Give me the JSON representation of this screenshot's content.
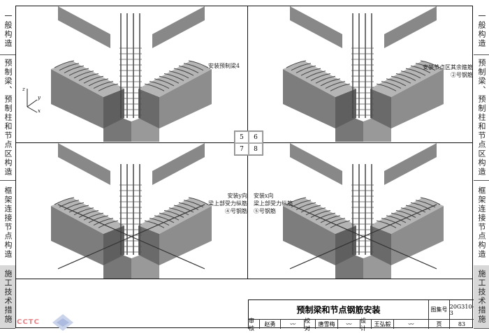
{
  "side_tabs": [
    {
      "label": "一般构造",
      "active": false
    },
    {
      "label": "预制梁、预制柱和节点区构造",
      "active": false
    },
    {
      "label": "框架连接节点构造",
      "active": false
    },
    {
      "label": "施工技术措施",
      "active": true
    }
  ],
  "axes": {
    "z": "z",
    "y": "y",
    "x": "x"
  },
  "panels": [
    {
      "step": "5",
      "label_lines": [
        "安装预制梁4"
      ]
    },
    {
      "step": "6",
      "label_lines": [
        "安装节点区其余箍筋",
        "②号钢筋"
      ]
    },
    {
      "step": "7",
      "label_lines": [
        "安装y向",
        "梁上部受力纵筋",
        "④号钢筋"
      ]
    },
    {
      "step": "8",
      "label_lines": [
        "安装x向",
        "梁上部受力纵筋",
        "⑤号钢筋"
      ]
    }
  ],
  "title_block": {
    "title": "预制梁和节点钢筋安装",
    "atlas_label": "图集号",
    "atlas_no": "20G310-3",
    "review_label": "审核",
    "reviewer": "赵勇",
    "check_label": "校对",
    "checker": "唐雪梅",
    "design_label": "设计",
    "designer": "王弘毅",
    "page_label": "页",
    "page_no": "83"
  },
  "logo": "CCTC"
}
